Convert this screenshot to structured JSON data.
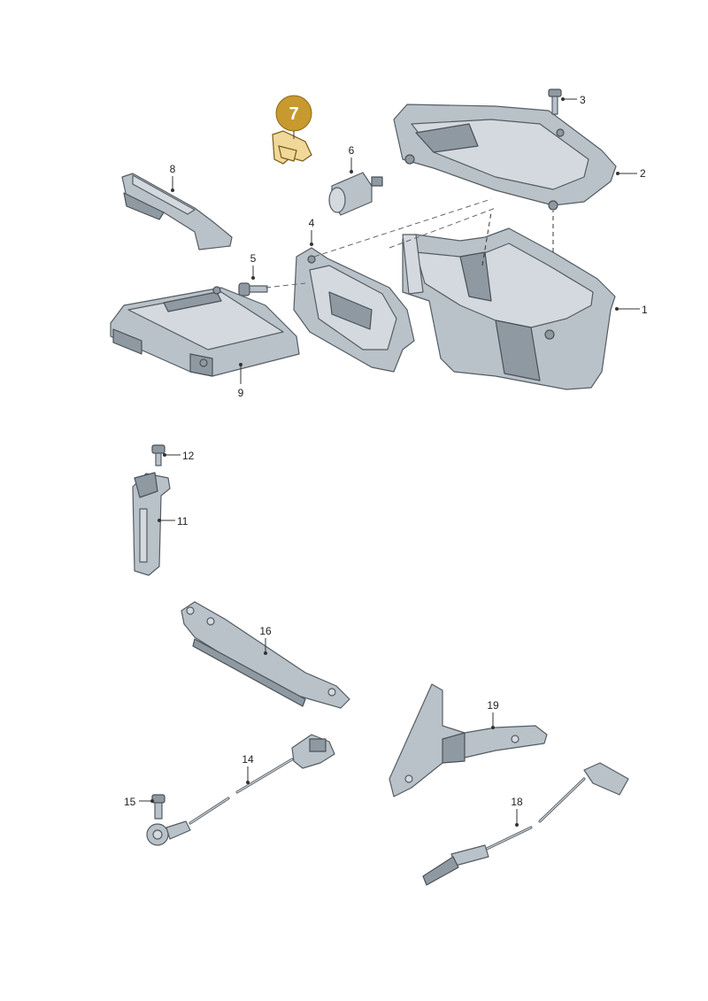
{
  "callouts": {
    "p1": "1",
    "p2": "2",
    "p3": "3",
    "p4": "4",
    "p5": "5",
    "p6": "6",
    "p7": "7",
    "p8": "8",
    "p9": "9",
    "p11": "11",
    "p12": "12",
    "p14": "14",
    "p15": "15",
    "p16": "16",
    "p18": "18",
    "p19": "19"
  },
  "colors": {
    "highlight": "#c7992e",
    "part": "#b9c2c9",
    "line": "#333333"
  }
}
